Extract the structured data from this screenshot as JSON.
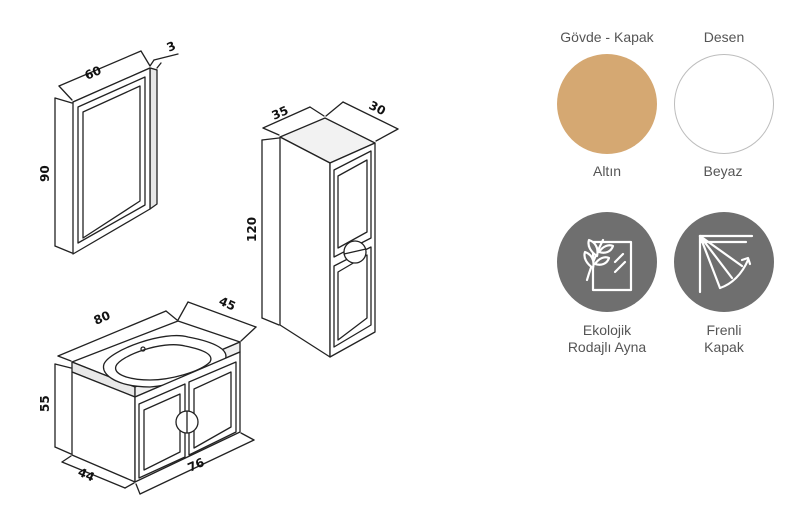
{
  "dimensions": {
    "mirror_width": "60",
    "mirror_depth": "3",
    "mirror_height": "90",
    "cabinet_width": "35",
    "cabinet_depth": "30",
    "cabinet_height": "120",
    "vanity_width": "80",
    "vanity_depth": "45",
    "vanity_height": "55",
    "vanity_base_depth": "44",
    "vanity_base_width": "76"
  },
  "finishes": {
    "body_header": "Gövde - Kapak",
    "pattern_header": "Desen",
    "body_color_name": "Altın",
    "body_color": "#d5a872",
    "pattern_color_name": "Beyaz",
    "pattern_color": "#ffffff"
  },
  "features": {
    "eco_mirror_line1": "Ekolojik",
    "eco_mirror_line2": "Rodajlı Ayna",
    "eco_mirror_icon": "leaf-mirror-icon",
    "soft_close_line1": "Frenli",
    "soft_close_line2": "Kapak",
    "soft_close_icon": "soft-close-door-icon",
    "icon_color": "#6f6f6f"
  }
}
